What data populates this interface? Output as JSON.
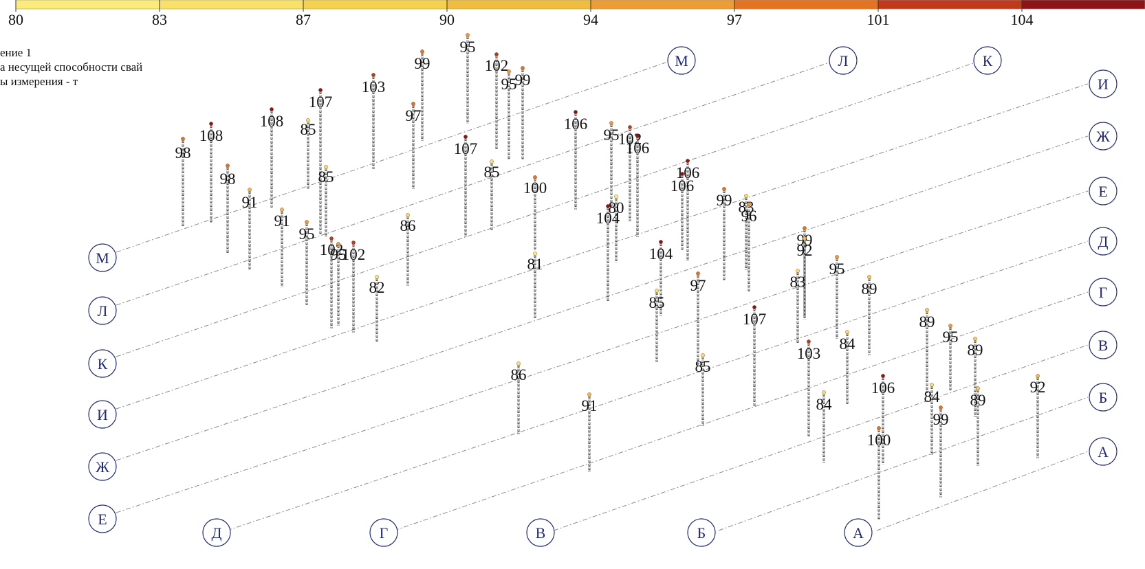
{
  "legend": {
    "ticks": [
      "80",
      "83",
      "87",
      "90",
      "94",
      "97",
      "101",
      "104"
    ],
    "colors": [
      "#fbeb78",
      "#f8e166",
      "#f4d24e",
      "#f1bd3e",
      "#ee9d35",
      "#e5731f",
      "#c0391a",
      "#8e1316"
    ]
  },
  "title": {
    "line1": "ение 1",
    "line2": "а несущей способности свай",
    "line3": "ы измерения - т"
  },
  "colors": {
    "axis_circle": "#1f2a7a",
    "axis_line": "#8a8a8a",
    "pile": "#555555",
    "label": "#111111"
  },
  "axes": {
    "row_lines": [
      "М",
      "Л",
      "К",
      "И",
      "Ж",
      "Е",
      "Д",
      "Г",
      "В",
      "Б",
      "А"
    ],
    "row_labels_left": [
      "М",
      "Л",
      "К",
      "И",
      "Ж",
      "Е"
    ],
    "row_labels_top": [
      "М",
      "Л",
      "К"
    ],
    "row_labels_right": [
      "И",
      "Ж",
      "Е",
      "Д",
      "Г",
      "В",
      "Б",
      "А"
    ],
    "row_labels_bottom": [
      "Д",
      "Г",
      "В",
      "Б",
      "А"
    ]
  },
  "piles": [
    {
      "value": "98",
      "level": 98
    },
    {
      "value": "108",
      "level": 108
    },
    {
      "value": "98",
      "level": 98
    },
    {
      "value": "91",
      "level": 91
    },
    {
      "value": "108",
      "level": 108
    },
    {
      "value": "91",
      "level": 91
    },
    {
      "value": "95",
      "level": 95
    },
    {
      "value": "85",
      "level": 85
    },
    {
      "value": "107",
      "level": 107
    },
    {
      "value": "85",
      "level": 85
    },
    {
      "value": "103",
      "level": 103
    },
    {
      "value": "102",
      "level": 102
    },
    {
      "value": "95",
      "level": 95
    },
    {
      "value": "102",
      "level": 102
    },
    {
      "value": "82",
      "level": 82
    },
    {
      "value": "86",
      "level": 86
    },
    {
      "value": "97",
      "level": 97
    },
    {
      "value": "99",
      "level": 99
    },
    {
      "value": "95",
      "level": 95
    },
    {
      "value": "107",
      "level": 107
    },
    {
      "value": "85",
      "level": 85
    },
    {
      "value": "102",
      "level": 102
    },
    {
      "value": "95",
      "level": 95
    },
    {
      "value": "99",
      "level": 99
    },
    {
      "value": "100",
      "level": 100
    },
    {
      "value": "81",
      "level": 81
    },
    {
      "value": "86",
      "level": 86
    },
    {
      "value": "106",
      "level": 106
    },
    {
      "value": "95",
      "level": 95
    },
    {
      "value": "102",
      "level": 102
    },
    {
      "value": "106",
      "level": 106
    },
    {
      "value": "80",
      "level": 80
    },
    {
      "value": "104",
      "level": 104
    },
    {
      "value": "91",
      "level": 91
    },
    {
      "value": "104",
      "level": 104
    },
    {
      "value": "85",
      "level": 85
    },
    {
      "value": "106",
      "level": 106
    },
    {
      "value": "106",
      "level": 106
    },
    {
      "value": "97",
      "level": 97
    },
    {
      "value": "85",
      "level": 85
    },
    {
      "value": "99",
      "level": 99
    },
    {
      "value": "83",
      "level": 83
    },
    {
      "value": "96",
      "level": 96
    },
    {
      "value": "107",
      "level": 107
    },
    {
      "value": "99",
      "level": 99
    },
    {
      "value": "92",
      "level": 92
    },
    {
      "value": "83",
      "level": 83
    },
    {
      "value": "103",
      "level": 103
    },
    {
      "value": "84",
      "level": 84
    },
    {
      "value": "95",
      "level": 95
    },
    {
      "value": "84",
      "level": 84
    },
    {
      "value": "89",
      "level": 89
    },
    {
      "value": "106",
      "level": 106
    },
    {
      "value": "100",
      "level": 100
    },
    {
      "value": "89",
      "level": 89
    },
    {
      "value": "84",
      "level": 84
    },
    {
      "value": "95",
      "level": 95
    },
    {
      "value": "99",
      "level": 99
    },
    {
      "value": "89",
      "level": 89
    },
    {
      "value": "89",
      "level": 89
    },
    {
      "value": "92",
      "level": 92
    }
  ]
}
